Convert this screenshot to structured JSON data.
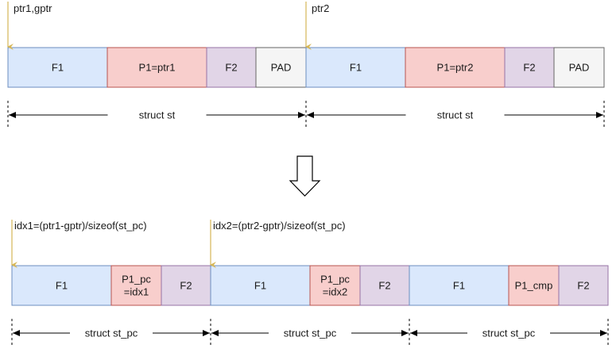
{
  "colors": {
    "blue_fill": "#dae8fc",
    "blue_stroke": "#6c8ebf",
    "red_fill": "#f8cecc",
    "red_stroke": "#b85450",
    "purple_fill": "#e1d5e7",
    "purple_stroke": "#9673a6",
    "gray_fill": "#f5f5f5",
    "gray_stroke": "#666666",
    "pointer": "#d6b656"
  },
  "top": {
    "pointers": [
      {
        "label": "ptr1,gptr"
      },
      {
        "label": "ptr2"
      }
    ],
    "cells": [
      {
        "label": "F1",
        "color": "blue"
      },
      {
        "label": "P1=ptr1",
        "color": "red"
      },
      {
        "label": "F2",
        "color": "purple"
      },
      {
        "label": "PAD",
        "color": "gray"
      },
      {
        "label": "F1",
        "color": "blue"
      },
      {
        "label": "P1=ptr2",
        "color": "red"
      },
      {
        "label": "F2",
        "color": "purple"
      },
      {
        "label": "PAD",
        "color": "gray"
      }
    ],
    "spans": [
      {
        "label": "struct st"
      },
      {
        "label": "struct st"
      }
    ]
  },
  "transform_arrow": {
    "icon": "down-arrow-icon"
  },
  "bottom": {
    "pointers": [
      {
        "label": "idx1=(ptr1-gptr)/sizeof(st_pc)"
      },
      {
        "label": "idx2=(ptr2-gptr)/sizeof(st_pc)"
      }
    ],
    "cells": [
      {
        "lines": [
          "F1"
        ],
        "color": "blue"
      },
      {
        "lines": [
          "P1_pc",
          "=idx1"
        ],
        "color": "red"
      },
      {
        "lines": [
          "F2"
        ],
        "color": "purple"
      },
      {
        "lines": [
          "F1"
        ],
        "color": "blue"
      },
      {
        "lines": [
          "P1_pc",
          "=idx2"
        ],
        "color": "red"
      },
      {
        "lines": [
          "F2"
        ],
        "color": "purple"
      },
      {
        "lines": [
          "F1"
        ],
        "color": "blue"
      },
      {
        "lines": [
          "P1_cmp"
        ],
        "color": "red"
      },
      {
        "lines": [
          "F2"
        ],
        "color": "purple"
      }
    ],
    "spans": [
      {
        "label": "struct st_pc"
      },
      {
        "label": "struct st_pc"
      },
      {
        "label": "struct st_pc"
      }
    ]
  }
}
